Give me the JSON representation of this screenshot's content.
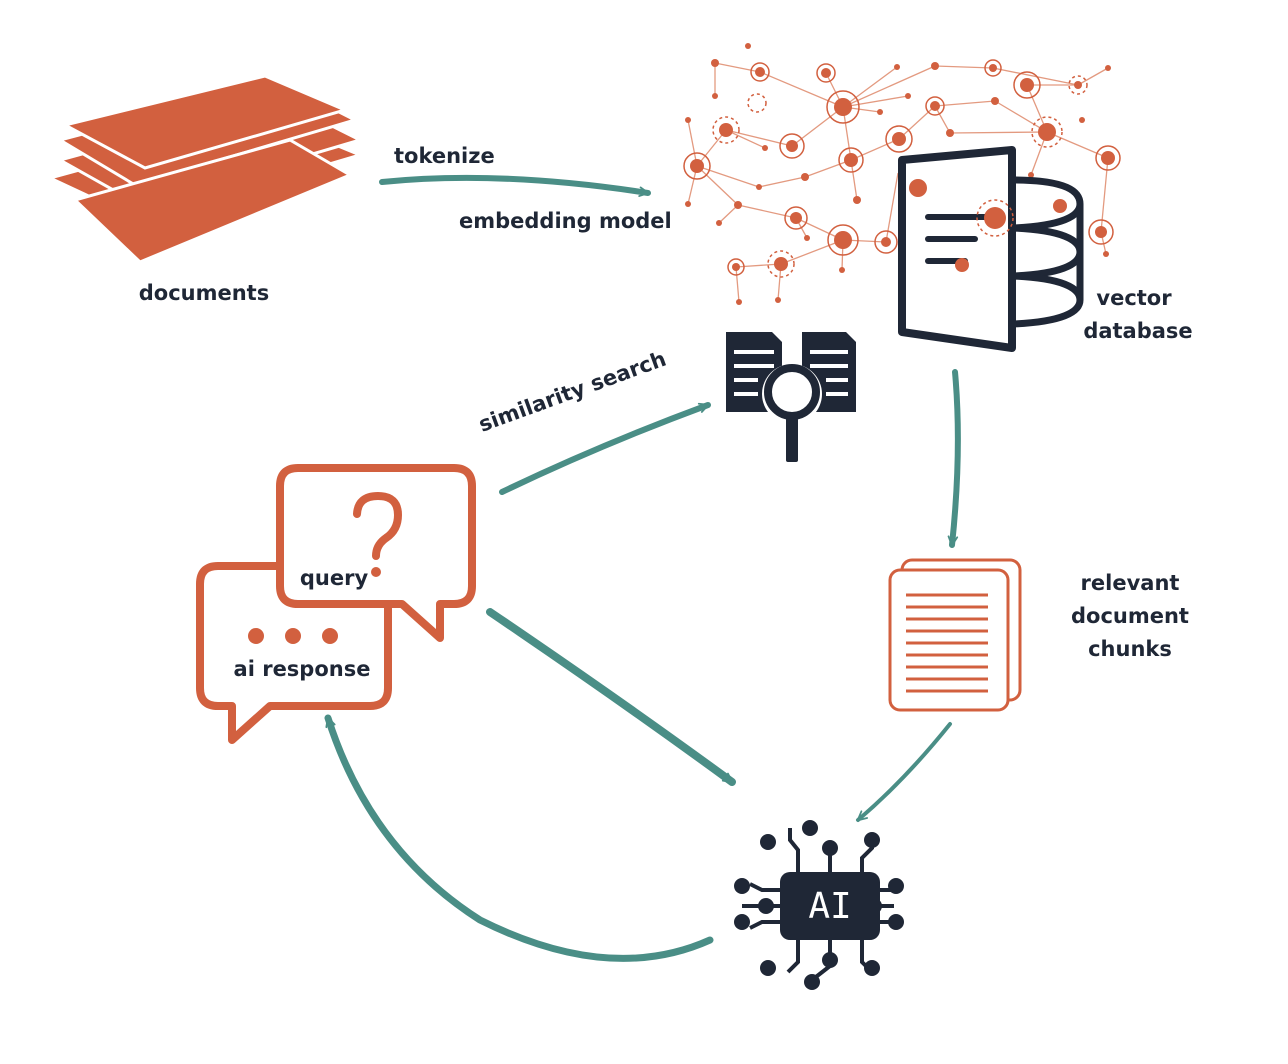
{
  "labels": {
    "documents": "documents",
    "tokenize": "tokenize",
    "embedding_model": "embedding model",
    "vector": "vector",
    "database": "database",
    "similarity_search": "similarity search",
    "query": "query",
    "ai_response": "ai response",
    "relevant": "relevant",
    "document": "document",
    "chunks": "chunks",
    "ai_chip": "AI"
  },
  "colors": {
    "orange": "#d2603f",
    "teal": "#4a8e86",
    "navy": "#1f2736",
    "net_line": "#e39a80"
  },
  "icons": [
    "documents-stack-icon",
    "network-icon",
    "database-icon",
    "document-search-icon",
    "chat-bubbles-icon",
    "document-chunks-icon",
    "ai-chip-icon"
  ]
}
